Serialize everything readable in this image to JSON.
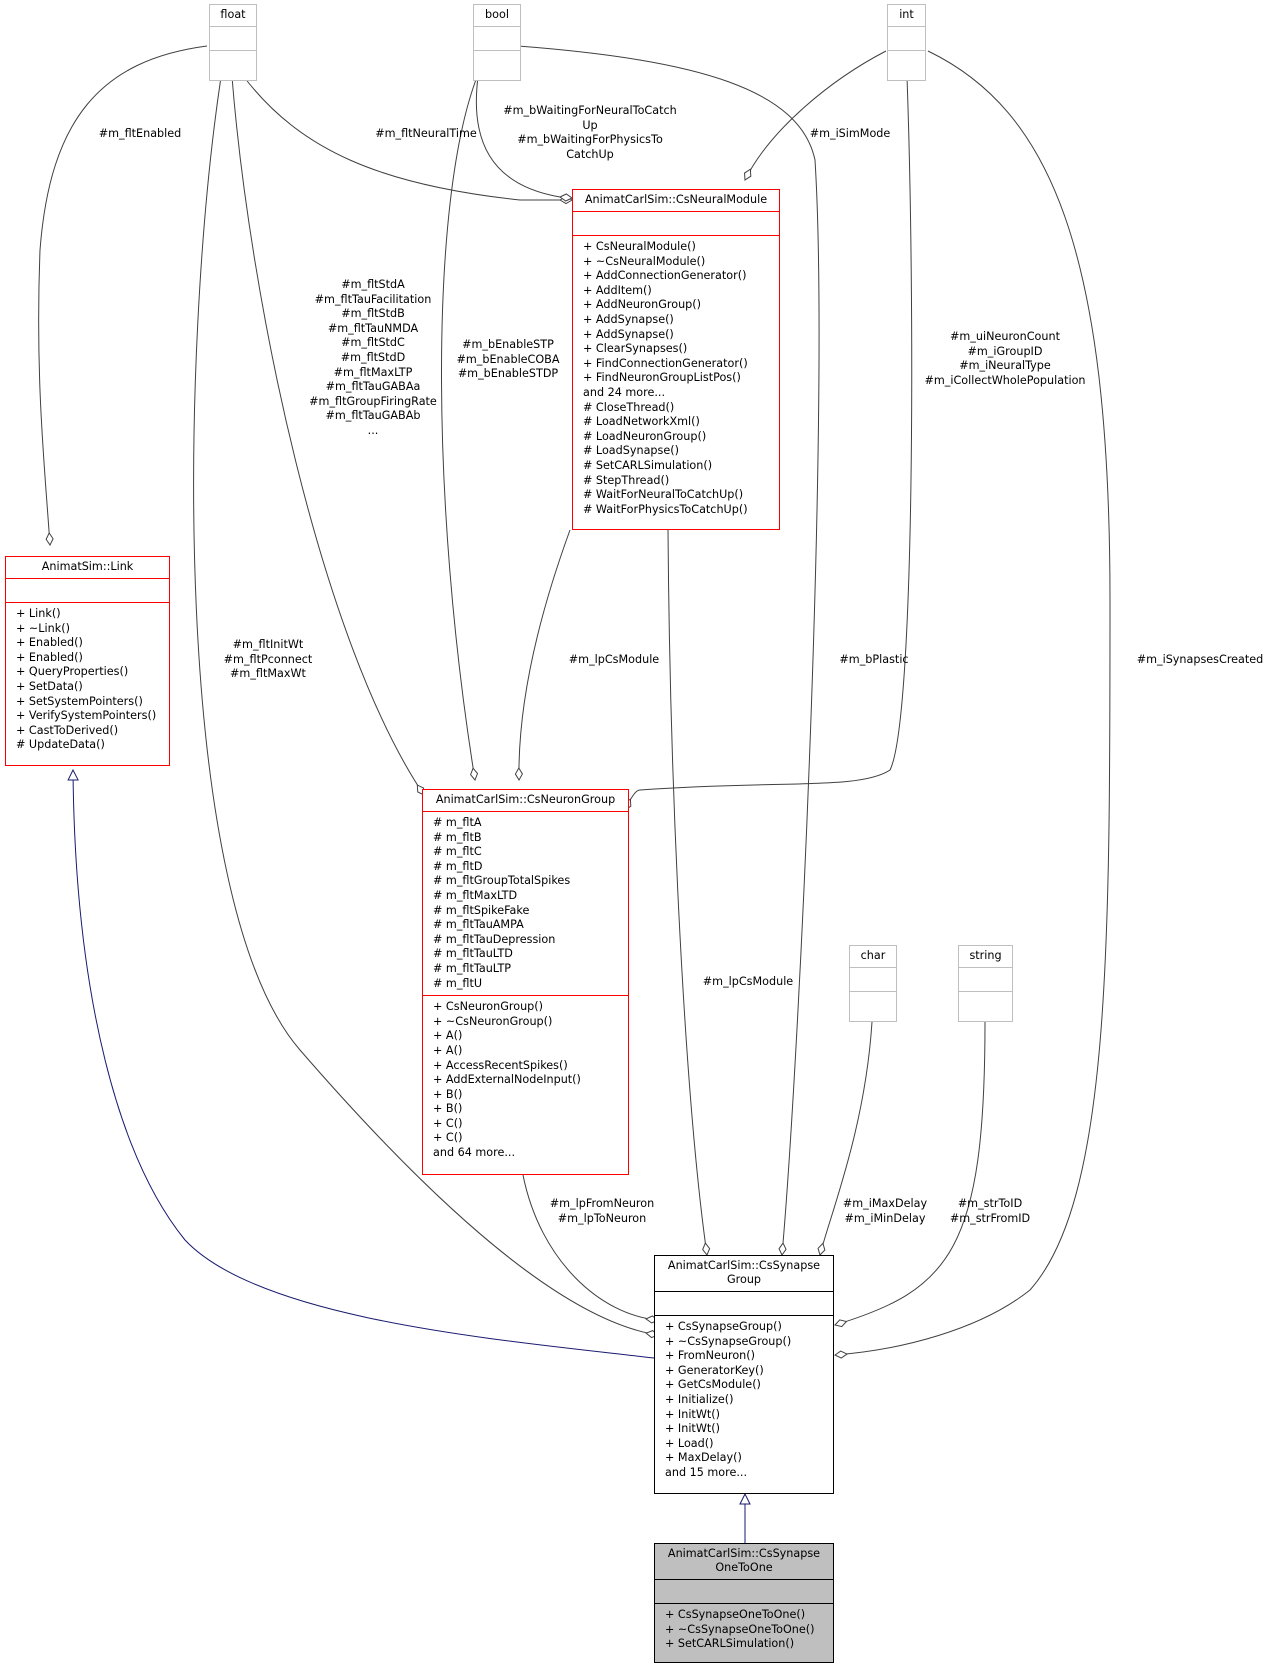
{
  "classes": {
    "float": {
      "title": "float"
    },
    "bool": {
      "title": "bool"
    },
    "int": {
      "title": "int"
    },
    "char": {
      "title": "char"
    },
    "string": {
      "title": "string"
    },
    "link": {
      "title": "AnimatSim::Link",
      "attributes": [],
      "methods": [
        "+ Link()",
        "+ ~Link()",
        "+ Enabled()",
        "+ Enabled()",
        "+ QueryProperties()",
        "+ SetData()",
        "+ SetSystemPointers()",
        "+ VerifySystemPointers()",
        "+ CastToDerived()",
        "# UpdateData()"
      ]
    },
    "neural_module": {
      "title": "AnimatCarlSim::CsNeuralModule",
      "attributes": [],
      "methods": [
        "+ CsNeuralModule()",
        "+ ~CsNeuralModule()",
        "+ AddConnectionGenerator()",
        "+ AddItem()",
        "+ AddNeuronGroup()",
        "+ AddSynapse()",
        "+ AddSynapse()",
        "+ ClearSynapses()",
        "+ FindConnectionGenerator()",
        "+ FindNeuronGroupListPos()",
        "and 24 more...",
        "# CloseThread()",
        "# LoadNetworkXml()",
        "# LoadNeuronGroup()",
        "# LoadSynapse()",
        "# SetCARLSimulation()",
        "# StepThread()",
        "# WaitForNeuralToCatchUp()",
        "# WaitForPhysicsToCatchUp()"
      ]
    },
    "neuron_group": {
      "title": "AnimatCarlSim::CsNeuronGroup",
      "attributes": [
        "# m_fltA",
        "# m_fltB",
        "# m_fltC",
        "# m_fltD",
        "# m_fltGroupTotalSpikes",
        "# m_fltMaxLTD",
        "# m_fltSpikeFake",
        "# m_fltTauAMPA",
        "# m_fltTauDepression",
        "# m_fltTauLTD",
        "# m_fltTauLTP",
        "# m_fltU"
      ],
      "methods": [
        "+ CsNeuronGroup()",
        "+ ~CsNeuronGroup()",
        "+ A()",
        "+ A()",
        "+ AccessRecentSpikes()",
        "+ AddExternalNodeInput()",
        "+ B()",
        "+ B()",
        "+ C()",
        "+ C()",
        "and 64 more..."
      ]
    },
    "synapse_group": {
      "title_line1": "AnimatCarlSim::CsSynapse",
      "title_line2": "Group",
      "attributes": [],
      "methods": [
        "+ CsSynapseGroup()",
        "+ ~CsSynapseGroup()",
        "+ FromNeuron()",
        "+ GeneratorKey()",
        "+ GetCsModule()",
        "+ Initialize()",
        "+ InitWt()",
        "+ InitWt()",
        "+ Load()",
        "+ MaxDelay()",
        "and 15 more..."
      ]
    },
    "one_to_one": {
      "title_line1": "AnimatCarlSim::CsSynapse",
      "title_line2": "OneToOne",
      "attributes": [],
      "methods": [
        "+ CsSynapseOneToOne()",
        "+ ~CsSynapseOneToOne()",
        "+ SetCARLSimulation()"
      ]
    }
  },
  "edge_labels": {
    "flt_enabled": [
      "#m_fltEnabled"
    ],
    "flt_neural_time": [
      "#m_fltNeuralTime"
    ],
    "b_waiting": [
      "#m_bWaitingForNeuralToCatch",
      "Up",
      "#m_bWaitingForPhysicsTo",
      "CatchUp"
    ],
    "i_sim_mode": [
      "#m_iSimMode"
    ],
    "neuron_group_floats": [
      "#m_fltStdA",
      "#m_fltTauFacilitation",
      "#m_fltStdB",
      "#m_fltTauNMDA",
      "#m_fltStdC",
      "#m_fltStdD",
      "#m_fltMaxLTP",
      "#m_fltTauGABAa",
      "#m_fltGroupFiringRate",
      "#m_fltTauGABAb",
      "..."
    ],
    "neuron_group_bools": [
      "#m_bEnableSTP",
      "#m_bEnableCOBA",
      "#m_bEnableSTDP"
    ],
    "neuron_group_ints": [
      "#m_uiNeuronCount",
      "#m_iGroupID",
      "#m_iNeuralType",
      "#m_iCollectWholePopulation"
    ],
    "synapse_floats": [
      "#m_fltInitWt",
      "#m_fltPconnect",
      "#m_fltMaxWt"
    ],
    "lp_cs_module_ng": [
      "#m_lpCsModule"
    ],
    "b_plastic": [
      "#m_bPlastic"
    ],
    "i_synapses_created": [
      "#m_iSynapsesCreated"
    ],
    "lp_cs_module_sg": [
      "#m_lpCsModule"
    ],
    "from_to_neuron": [
      "#m_lpFromNeuron",
      "#m_lpToNeuron"
    ],
    "max_min_delay": [
      "#m_iMaxDelay",
      "#m_iMinDelay"
    ],
    "str_ids": [
      "#m_strToID",
      "#m_strFromID"
    ]
  },
  "colors": {
    "usage_edge": "#404040",
    "inheritance_edge": "#191970",
    "member_box_border": "#ff0000",
    "primitive_box_border": "#bfbfbf",
    "focus_box_fill": "#bfbfbf"
  }
}
